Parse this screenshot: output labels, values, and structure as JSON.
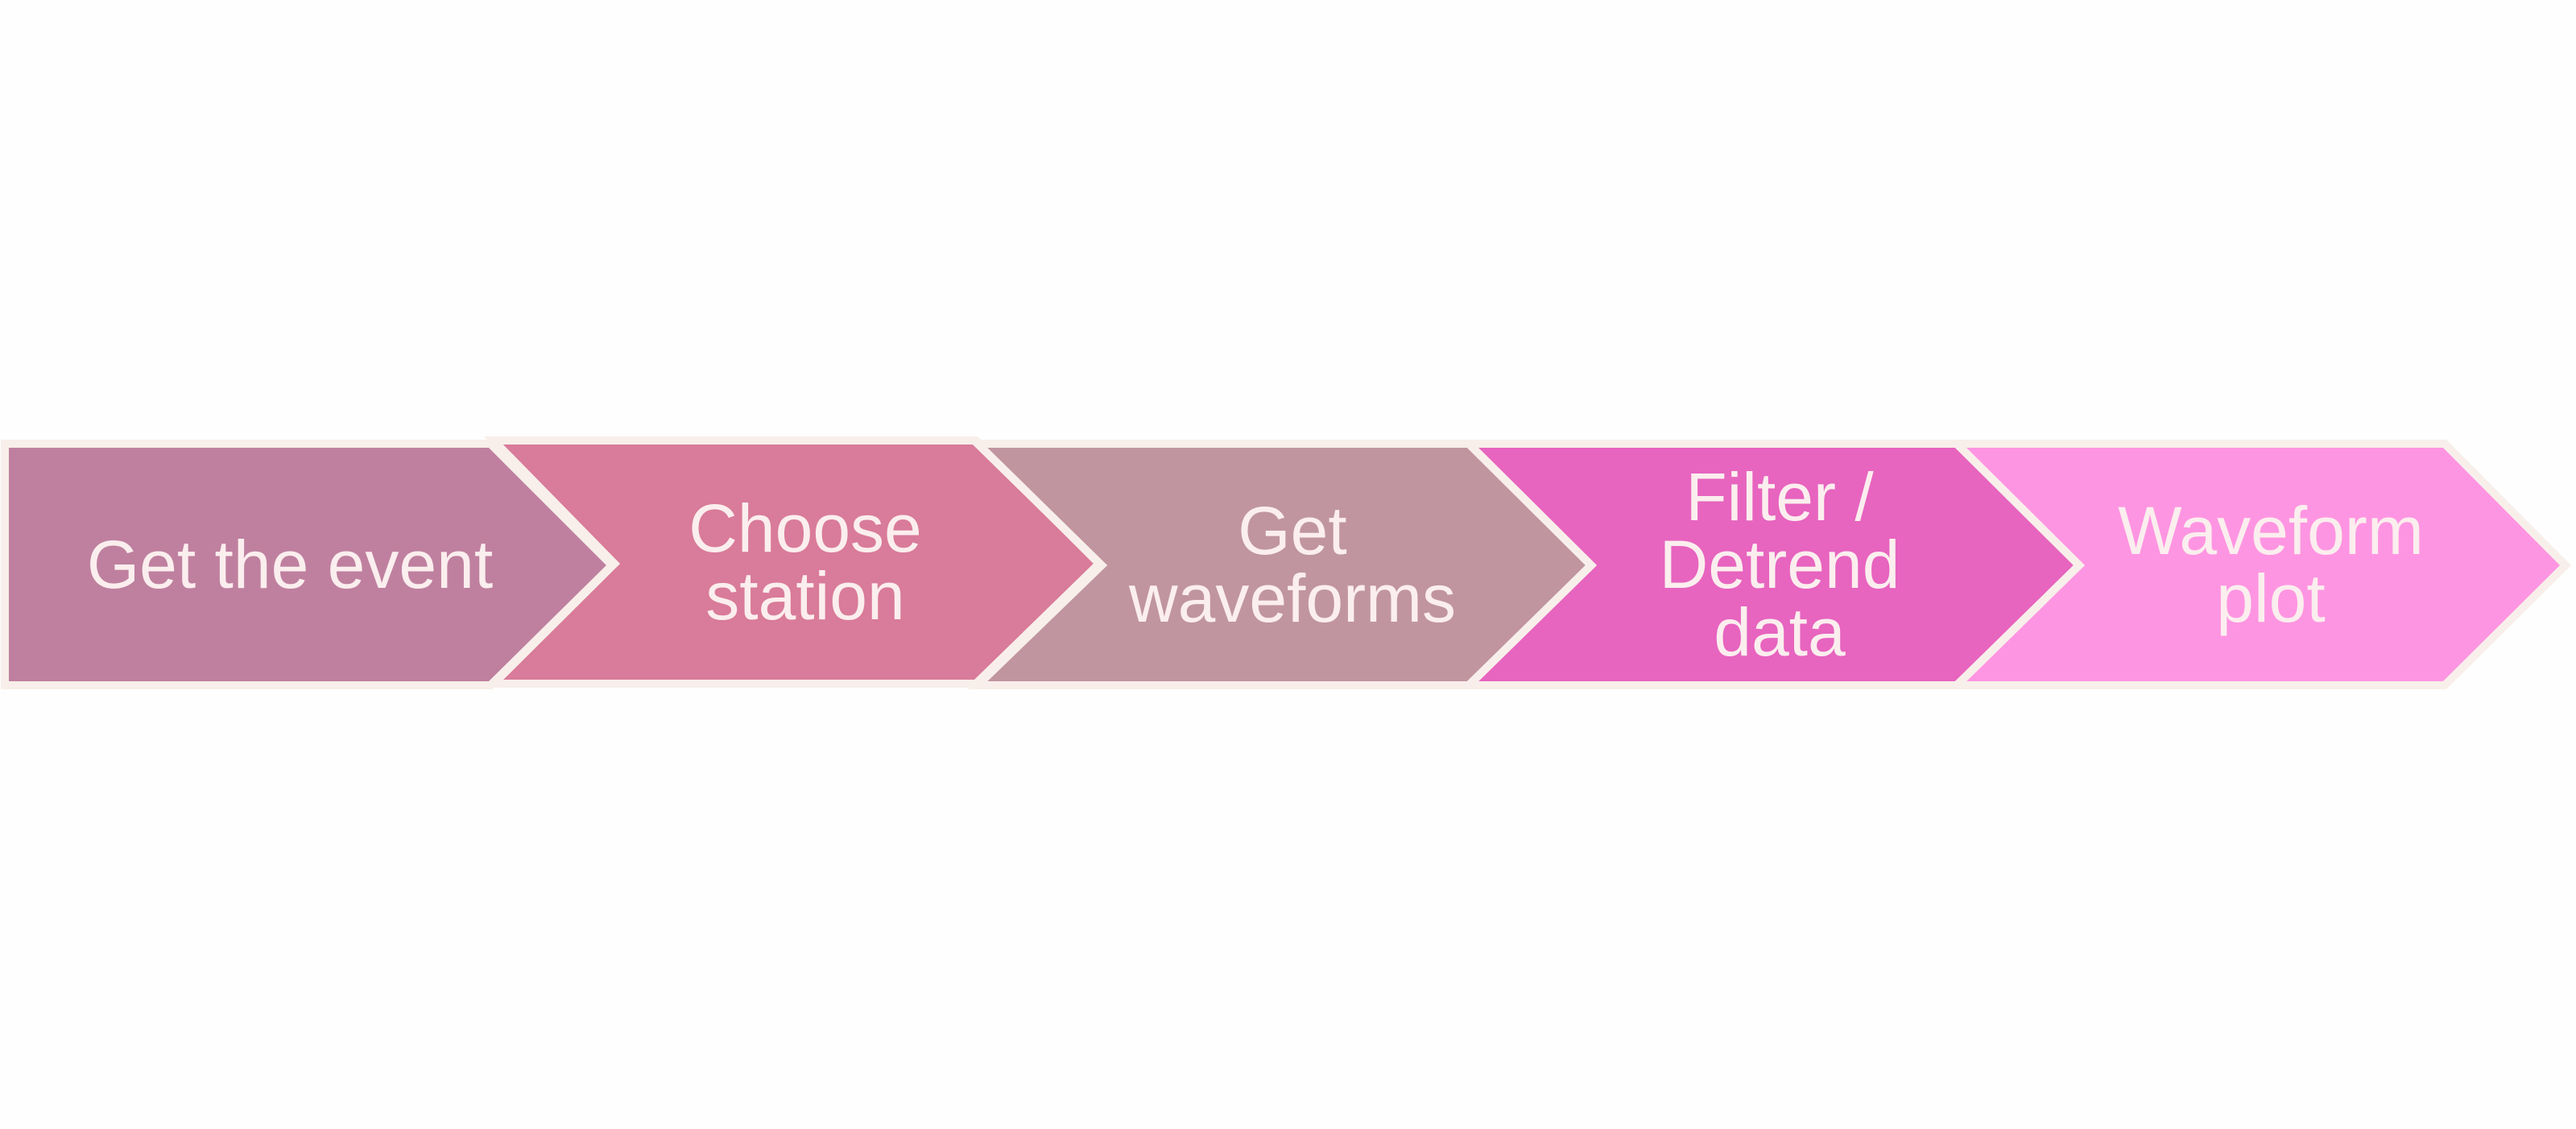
{
  "process": {
    "steps": [
      {
        "label": "Get the event",
        "color": "#bf809f"
      },
      {
        "label": "Choose\nstation",
        "color": "#d97b9a"
      },
      {
        "label": "Get\nwaveforms",
        "color": "#c095a0"
      },
      {
        "label": "Filter /\nDetrend\ndata",
        "color": "#e764bf"
      },
      {
        "label": "Waveform\nplot",
        "color": "#fe95e2"
      }
    ],
    "outline_color": "#f8efea"
  }
}
